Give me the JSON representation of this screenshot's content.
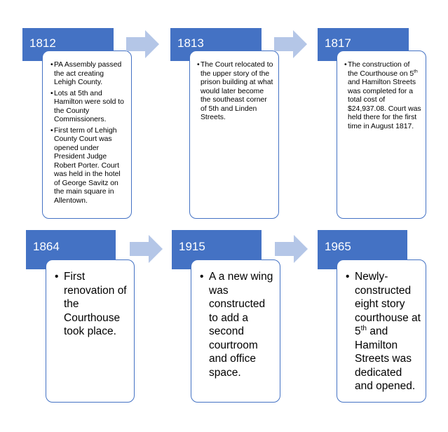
{
  "row1": [
    {
      "year": "1812",
      "items": [
        "PA Assembly passed the act creating Lehigh County.",
        "Lots at 5th and Hamilton were sold to the County Commissioners.",
        "First term of Lehigh County Court was opened under President Judge Robert Porter. Court was held in the hotel of George Savitz on the main square in Allentown."
      ]
    },
    {
      "year": "1813",
      "items": [
        "The Court relocated to the upper story of the prison building at what would later become the southeast corner of 5th and Linden Streets."
      ]
    },
    {
      "year": "1817",
      "item_parts": {
        "a": "The construction of the Courthouse on 5",
        "sup": "th",
        "b": " and Hamilton Streets was completed for a total cost of $24,937.08. Court was held there for the first time in August 1817."
      }
    }
  ],
  "row2": [
    {
      "year": "1864",
      "items": [
        "First renovation of the Courthouse took place."
      ]
    },
    {
      "year": "1915",
      "items": [
        "A a new wing was constructed to add a second courtroom and office space."
      ]
    },
    {
      "year": "1965",
      "item_parts": {
        "a": "Newly-constructed eight story courthouse at 5",
        "sup": "th",
        "b": " and Hamilton Streets was dedicated and opened."
      }
    }
  ],
  "colors": {
    "accent": "#4472c4",
    "arrow": "#b4c6e7"
  }
}
